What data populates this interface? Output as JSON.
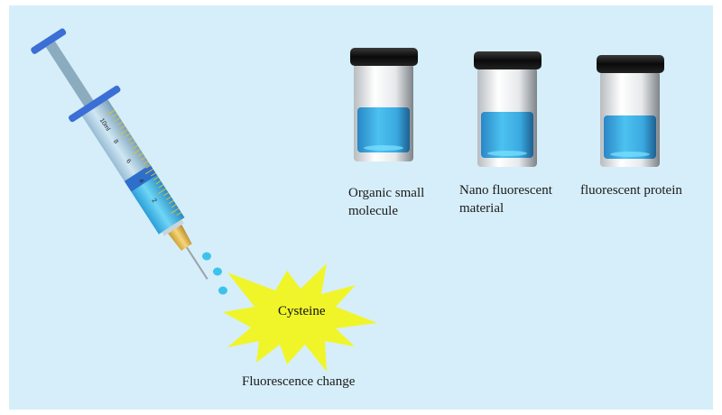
{
  "colors": {
    "background": "#d6eef9",
    "liquid": "#3aa9e0",
    "cap": "#111111",
    "burst": "#f0f52a",
    "droplet": "#3cc3ec",
    "syringe_flange": "#3b6fd6",
    "needle_hub": "#e3b84a"
  },
  "syringe": {
    "scale_labels": [
      "10ml",
      "8",
      "6",
      "4",
      "2"
    ]
  },
  "vials": [
    {
      "label_line1": "Organic small",
      "label_line2": "molecule"
    },
    {
      "label_line1": "Nano fluorescent",
      "label_line2": "material"
    },
    {
      "label_line1": "fluorescent protein",
      "label_line2": ""
    }
  ],
  "burst": {
    "label": "Cysteine"
  },
  "caption": "Fluorescence change"
}
